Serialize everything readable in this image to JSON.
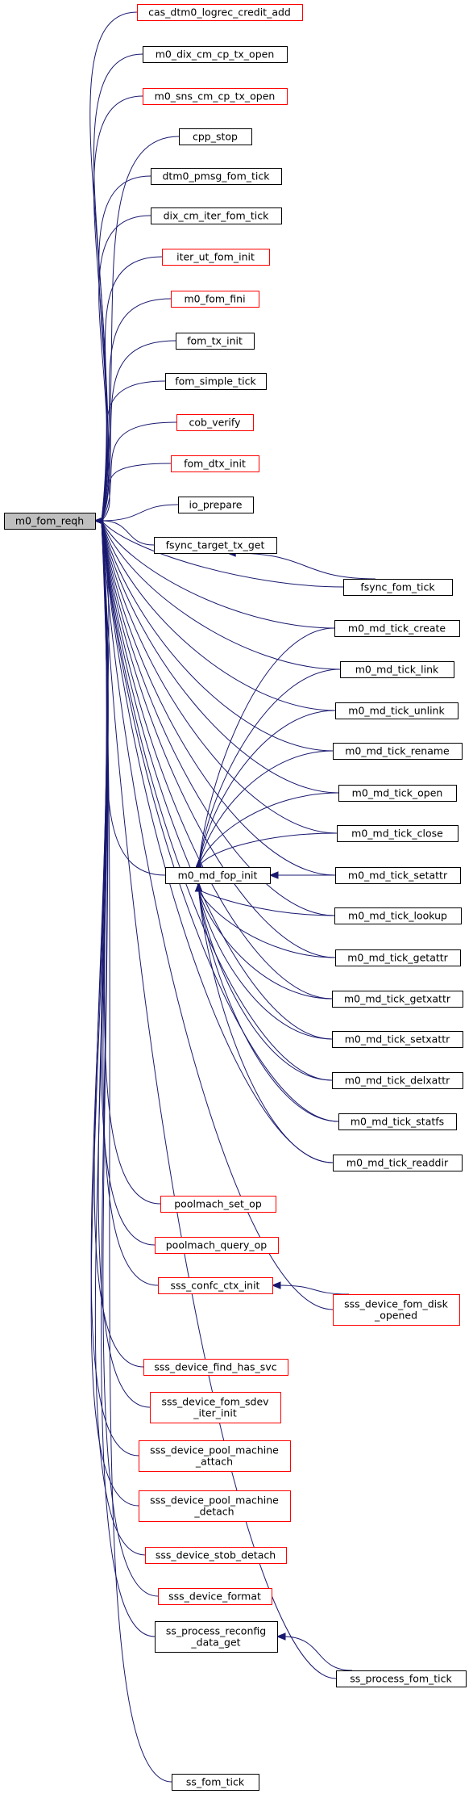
{
  "colors": {
    "edge": "#191970",
    "border_normal": "#000000",
    "border_red": "#ff0000",
    "focus_fill": "#bfbfbf",
    "node_fill": "#ffffff"
  },
  "focus": {
    "label": "m0_fom_reqh"
  },
  "callers": [
    {
      "id": "cas_dtm0",
      "lines": [
        "cas_dtm0_logrec_credit_add"
      ],
      "border": "red"
    },
    {
      "id": "m0_dix_cm",
      "lines": [
        "m0_dix_cm_cp_tx_open"
      ],
      "border": "black"
    },
    {
      "id": "m0_sns_cm",
      "lines": [
        "m0_sns_cm_cp_tx_open"
      ],
      "border": "red"
    },
    {
      "id": "cpp_stop",
      "lines": [
        "cpp_stop"
      ],
      "border": "black"
    },
    {
      "id": "dtm0_pmsg",
      "lines": [
        "dtm0_pmsg_fom_tick"
      ],
      "border": "black"
    },
    {
      "id": "dix_cm_iter",
      "lines": [
        "dix_cm_iter_fom_tick"
      ],
      "border": "black"
    },
    {
      "id": "iter_ut",
      "lines": [
        "iter_ut_fom_init"
      ],
      "border": "red"
    },
    {
      "id": "m0_fom_fini",
      "lines": [
        "m0_fom_fini"
      ],
      "border": "red"
    },
    {
      "id": "fom_tx_init",
      "lines": [
        "fom_tx_init"
      ],
      "border": "black"
    },
    {
      "id": "fom_simple_tick",
      "lines": [
        "fom_simple_tick"
      ],
      "border": "black"
    },
    {
      "id": "cob_verify",
      "lines": [
        "cob_verify"
      ],
      "border": "red"
    },
    {
      "id": "fom_dtx_init",
      "lines": [
        "fom_dtx_init"
      ],
      "border": "red"
    },
    {
      "id": "io_prepare",
      "lines": [
        "io_prepare"
      ],
      "border": "black"
    },
    {
      "id": "fsync_target",
      "lines": [
        "fsync_target_tx_get"
      ],
      "border": "black"
    },
    {
      "id": "fsync_fom_tick",
      "lines": [
        "fsync_fom_tick"
      ],
      "border": "black"
    },
    {
      "id": "md_create",
      "lines": [
        "m0_md_tick_create"
      ],
      "border": "black"
    },
    {
      "id": "md_link",
      "lines": [
        "m0_md_tick_link"
      ],
      "border": "black"
    },
    {
      "id": "md_unlink",
      "lines": [
        "m0_md_tick_unlink"
      ],
      "border": "black"
    },
    {
      "id": "md_rename",
      "lines": [
        "m0_md_tick_rename"
      ],
      "border": "black"
    },
    {
      "id": "md_open",
      "lines": [
        "m0_md_tick_open"
      ],
      "border": "black"
    },
    {
      "id": "md_close",
      "lines": [
        "m0_md_tick_close"
      ],
      "border": "black"
    },
    {
      "id": "md_setattr",
      "lines": [
        "m0_md_tick_setattr"
      ],
      "border": "black"
    },
    {
      "id": "md_fop_init",
      "lines": [
        "m0_md_fop_init"
      ],
      "border": "black"
    },
    {
      "id": "md_lookup",
      "lines": [
        "m0_md_tick_lookup"
      ],
      "border": "black"
    },
    {
      "id": "md_getattr",
      "lines": [
        "m0_md_tick_getattr"
      ],
      "border": "black"
    },
    {
      "id": "md_getxattr",
      "lines": [
        "m0_md_tick_getxattr"
      ],
      "border": "black"
    },
    {
      "id": "md_setxattr",
      "lines": [
        "m0_md_tick_setxattr"
      ],
      "border": "black"
    },
    {
      "id": "md_delxattr",
      "lines": [
        "m0_md_tick_delxattr"
      ],
      "border": "black"
    },
    {
      "id": "md_statfs",
      "lines": [
        "m0_md_tick_statfs"
      ],
      "border": "black"
    },
    {
      "id": "md_readdir",
      "lines": [
        "m0_md_tick_readdir"
      ],
      "border": "black"
    },
    {
      "id": "poolmach_set",
      "lines": [
        "poolmach_set_op"
      ],
      "border": "red"
    },
    {
      "id": "poolmach_query",
      "lines": [
        "poolmach_query_op"
      ],
      "border": "red"
    },
    {
      "id": "sss_confc",
      "lines": [
        "sss_confc_ctx_init"
      ],
      "border": "red"
    },
    {
      "id": "sss_disk_opened",
      "lines": [
        "sss_device_fom_disk",
        "_opened"
      ],
      "border": "red"
    },
    {
      "id": "sss_find_svc",
      "lines": [
        "sss_device_find_has_svc"
      ],
      "border": "red"
    },
    {
      "id": "sss_sdev_iter",
      "lines": [
        "sss_device_fom_sdev",
        "_iter_init"
      ],
      "border": "red"
    },
    {
      "id": "sss_pool_attach",
      "lines": [
        "sss_device_pool_machine",
        "_attach"
      ],
      "border": "red"
    },
    {
      "id": "sss_pool_detach",
      "lines": [
        "sss_device_pool_machine",
        "_detach"
      ],
      "border": "red"
    },
    {
      "id": "sss_stob_detach",
      "lines": [
        "sss_device_stob_detach"
      ],
      "border": "red"
    },
    {
      "id": "sss_format",
      "lines": [
        "sss_device_format"
      ],
      "border": "red"
    },
    {
      "id": "ss_reconfig",
      "lines": [
        "ss_process_reconfig",
        "_data_get"
      ],
      "border": "black"
    },
    {
      "id": "ss_fom_tick_proc",
      "lines": [
        "ss_process_fom_tick"
      ],
      "border": "black"
    },
    {
      "id": "ss_fom_tick",
      "lines": [
        "ss_fom_tick"
      ],
      "border": "black"
    }
  ]
}
